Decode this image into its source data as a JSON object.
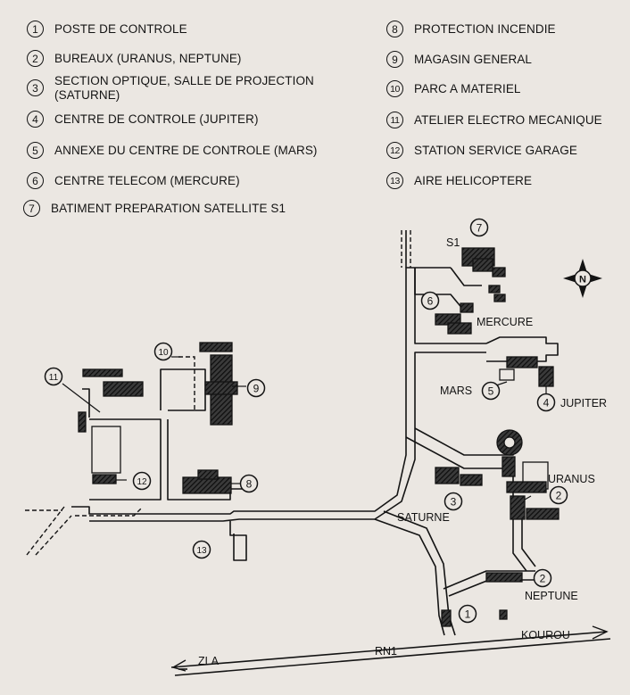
{
  "legend": {
    "items": [
      {
        "num": "1",
        "text": "POSTE DE CONTROLE"
      },
      {
        "num": "2",
        "text": "BUREAUX (URANUS, NEPTUNE)"
      },
      {
        "num": "3",
        "text": "SECTION OPTIQUE, SALLE DE PROJECTION\n(SATURNE)"
      },
      {
        "num": "4",
        "text": "CENTRE DE CONTROLE (JUPITER)"
      },
      {
        "num": "5",
        "text": "ANNEXE DU CENTRE DE CONTROLE (MARS)"
      },
      {
        "num": "6",
        "text": "CENTRE TELECOM (MERCURE)"
      },
      {
        "num": "7",
        "text": "BATIMENT PREPARATION SATELLITE S1"
      },
      {
        "num": "8",
        "text": "PROTECTION INCENDIE"
      },
      {
        "num": "9",
        "text": "MAGASIN GENERAL"
      },
      {
        "num": "10",
        "text": "PARC A MATERIEL"
      },
      {
        "num": "11",
        "text": "ATELIER ELECTRO MECANIQUE"
      },
      {
        "num": "12",
        "text": "STATION SERVICE GARAGE"
      },
      {
        "num": "13",
        "text": "AIRE HELICOPTERE"
      }
    ]
  },
  "map": {
    "labels": {
      "s1": "S1",
      "mercure": "MERCURE",
      "mars": "MARS",
      "jupiter": "JUPITER",
      "uranus": "URANUS",
      "saturne": "SATURNE",
      "neptune": "NEPTUNE",
      "kourou": "KOUROU",
      "rn1": "RN1",
      "zla": "ZLA",
      "north": "N"
    },
    "markers": {
      "m1": "1",
      "m2a": "2",
      "m2b": "2",
      "m3": "3",
      "m4": "4",
      "m5": "5",
      "m6": "6",
      "m7": "7",
      "m8": "8",
      "m9": "9",
      "m10": "10",
      "m11": "11",
      "m12": "12",
      "m13": "13"
    }
  }
}
